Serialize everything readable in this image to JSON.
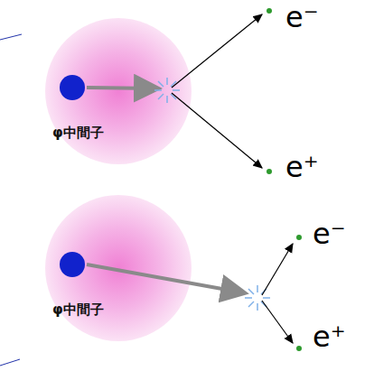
{
  "diagram": {
    "nodes": [
      {
        "text": [
          "φ中間子"
        ]
      },
      {
        "text": [
          "φ中間子"
        ]
      }
    ],
    "labels": [
      "e⁻",
      "e⁺",
      "e⁻",
      "e⁺"
    ]
  }
}
